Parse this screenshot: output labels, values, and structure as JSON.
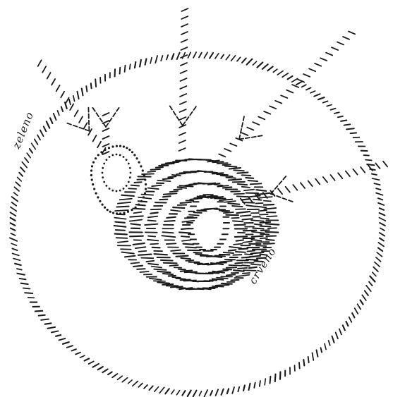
{
  "labels": {
    "outer_ring": "zeleno",
    "inner_form": "crveno"
  },
  "colors": {
    "ink": "#1a1a1a",
    "paper": "#ffffff"
  },
  "elements": {
    "outer_ring": "dashed-circle",
    "inner_form": "hatched-spiral-blob",
    "side_form": "dotted-loop",
    "arrows": 5
  }
}
